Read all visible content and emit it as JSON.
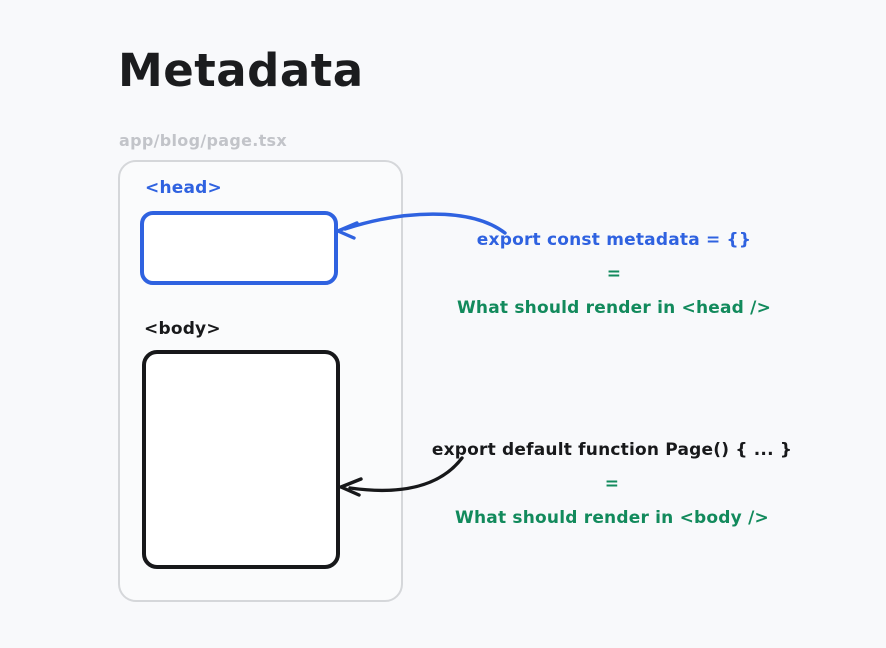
{
  "page": {
    "title": "Metadata",
    "background_color": "#f8f9fb"
  },
  "file_card": {
    "path_label": "app/blog/page.tsx",
    "border_color": "#d5d7da"
  },
  "head_section": {
    "tag_label": "<head>",
    "tag_color": "#2f62e0",
    "box_border_color": "#2f62e0"
  },
  "body_section": {
    "tag_label": "<body>",
    "tag_color": "#18191b",
    "box_border_color": "#17181a"
  },
  "annotations": {
    "head": {
      "code": "export const metadata = {}",
      "equals": "=",
      "description": "What should render in <head />",
      "code_color": "#2f62e0",
      "description_color": "#128a5c",
      "arrow_color": "#2f62e0"
    },
    "body": {
      "code": "export default function Page() { ... }",
      "equals": "=",
      "description": "What should render in <body />",
      "code_color": "#18191b",
      "description_color": "#128a5c",
      "arrow_color": "#17181a"
    }
  }
}
